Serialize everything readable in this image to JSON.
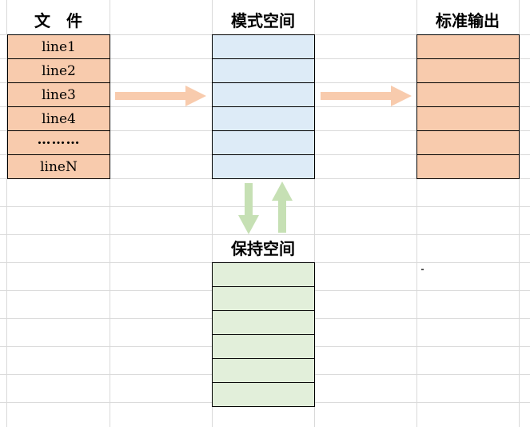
{
  "titles": {
    "file": "文　件",
    "pattern_space": "模式空间",
    "stdout": "标准输出",
    "hold_space": "保持空间"
  },
  "file_lines": [
    "line1",
    "line2",
    "line3",
    "line4",
    "………",
    "lineN"
  ],
  "colors": {
    "file_fill": "#f8cbad",
    "pattern_fill": "#ddebf7",
    "output_fill": "#f8cbad",
    "hold_fill": "#e2efda",
    "arrow_orange": "#f8cbad",
    "arrow_green": "#c6e0b4",
    "grid": "#d9d9d9"
  },
  "icons": {
    "file_to_pattern": "arrow-right-icon",
    "pattern_to_output": "arrow-right-icon",
    "pattern_to_hold": "arrow-down-icon",
    "hold_to_pattern": "arrow-up-icon"
  }
}
